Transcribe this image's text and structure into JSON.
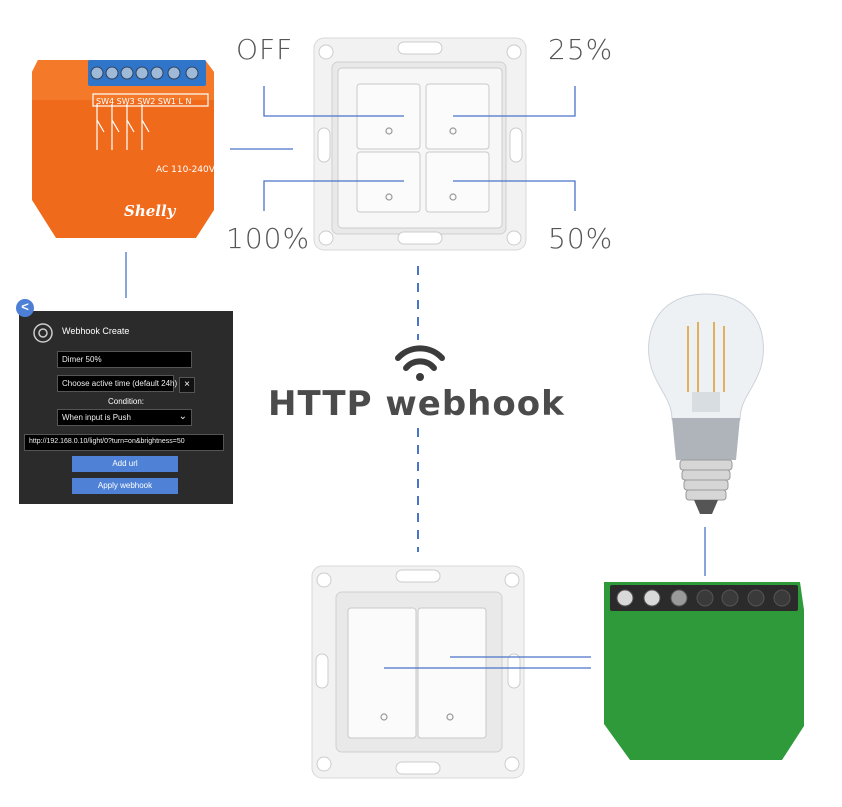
{
  "diagram": {
    "title": "HTTP webhook",
    "button_labels": {
      "top_left": "OFF",
      "top_right": "25%",
      "bottom_left": "100%",
      "bottom_right": "50%"
    },
    "relay_orange": {
      "terminals": "SW4 SW3 SW2 SW1 L N",
      "voltage": "AC 110-240V",
      "brand": "Shelly"
    },
    "colors": {
      "line": "#4a74c9",
      "orange": "#f06a1c",
      "green": "#2f9a3a"
    }
  },
  "webhook_panel": {
    "header": "Webhook Create",
    "name_value": "Dimer 50%",
    "active_time": "Choose active time (default 24h)",
    "clear_icon": "×",
    "condition_label": "Condition:",
    "condition_value": "When input is Push",
    "url_value": "http://192.168.0.10/light/0?turn=on&brightness=50",
    "add_url_button": "Add url",
    "apply_button": "Apply webhook",
    "back_icon": "<"
  }
}
